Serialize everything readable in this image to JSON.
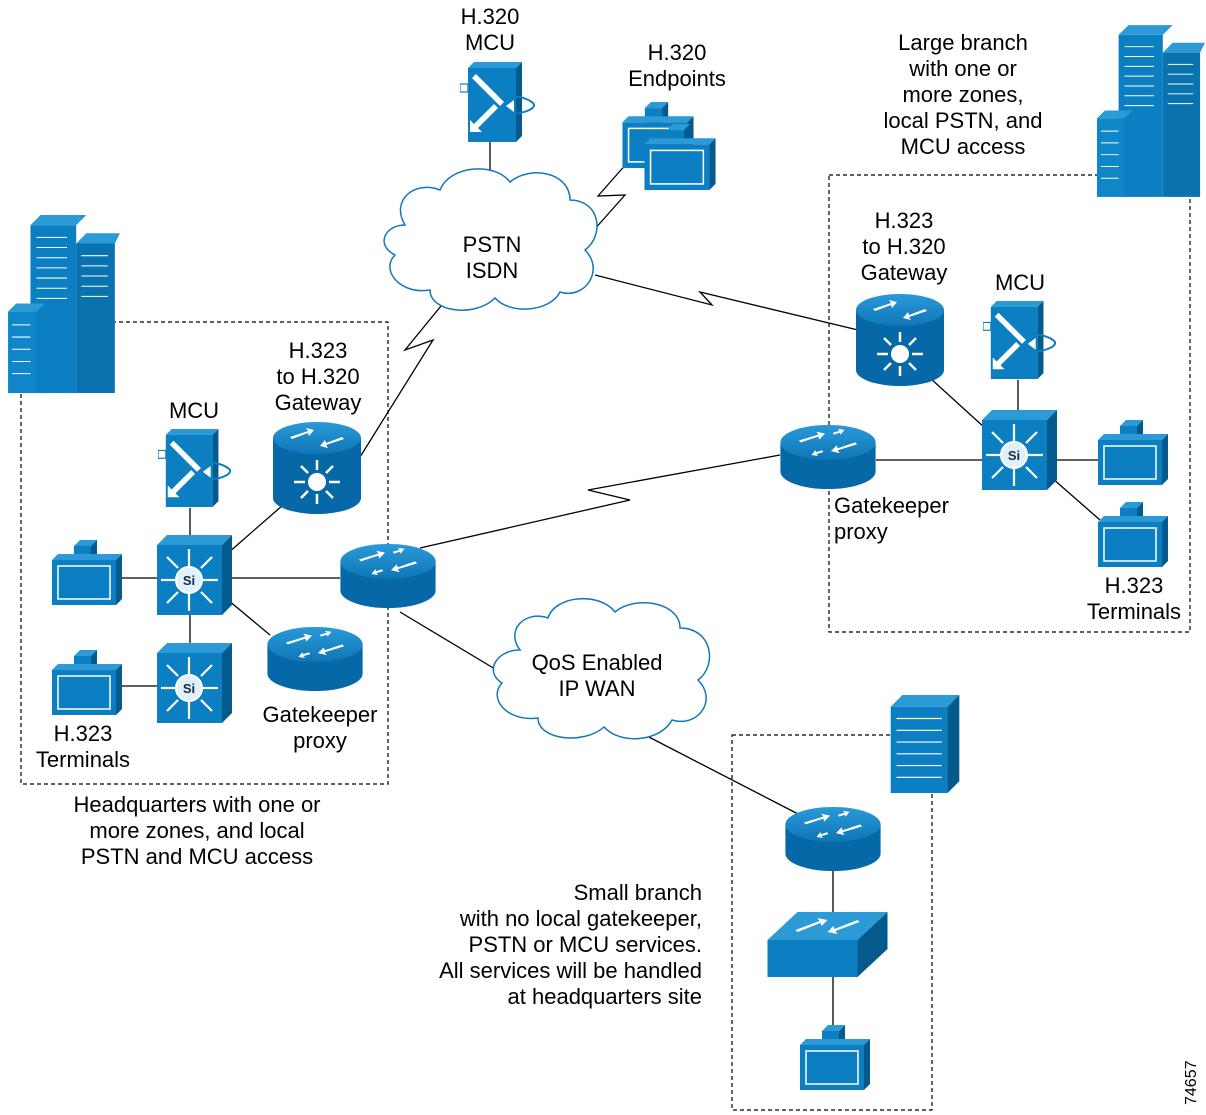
{
  "diagram": {
    "clouds": {
      "pstn": [
        "PSTN",
        "ISDN"
      ],
      "wan": [
        "QoS Enabled",
        "IP WAN"
      ]
    },
    "hq": {
      "mcu": "MCU",
      "gateway": [
        "H.323",
        "to H.320",
        "Gateway"
      ],
      "gatekeeper": [
        "Gatekeeper",
        "proxy"
      ],
      "terminals": [
        "H.323",
        "Terminals"
      ],
      "caption": [
        "Headquarters with one or",
        "more zones, and local",
        "PSTN and MCU access"
      ],
      "switch_label": "Si"
    },
    "h320": {
      "mcu": [
        "H.320",
        "MCU"
      ],
      "endpoints": [
        "H.320",
        "Endpoints"
      ]
    },
    "large_branch": {
      "caption": [
        "Large branch",
        "with one or",
        "more zones,",
        "local PSTN, and",
        "MCU access"
      ],
      "gateway": [
        "H.323",
        "to H.320",
        "Gateway"
      ],
      "mcu": "MCU",
      "gatekeeper": [
        "Gatekeeper",
        "proxy"
      ],
      "terminals": [
        "H.323",
        "Terminals"
      ],
      "switch_label": "Si"
    },
    "small_branch": {
      "caption": [
        "Small branch",
        "with no local gatekeeper,",
        "PSTN or MCU services.",
        "All services will be handled",
        "at headquarters site"
      ]
    },
    "figure_id": "74657"
  },
  "colors": {
    "device_blue": "#0b7fc1",
    "device_dark": "#045a8d",
    "cloud_outline": "#1278b8"
  }
}
